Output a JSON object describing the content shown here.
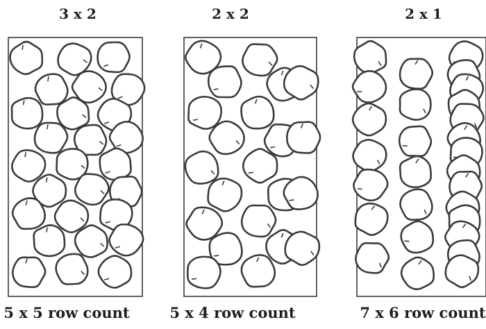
{
  "diagrams": [
    {
      "top_label": "3 x 2",
      "bottom_label": "5 x 5 row count"
    },
    {
      "top_label": "2 x 2",
      "bottom_label": "5 x 4 row count"
    },
    {
      "top_label": "2 x 1",
      "bottom_label": "7 x 6 row count"
    }
  ],
  "colors": {
    "ink": "#3a3a3a",
    "paper": "#ffffff"
  }
}
